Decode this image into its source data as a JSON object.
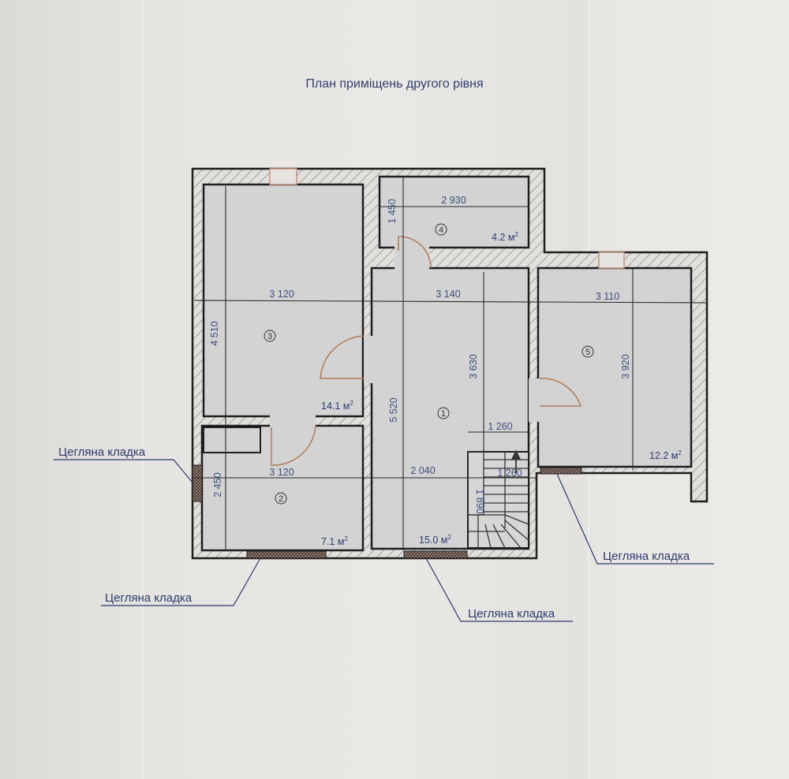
{
  "title": "План приміщень другого рівня",
  "legend_label": "Цегляна кладка",
  "callouts": [
    {
      "label": "Цегляна кладка",
      "position": "left"
    },
    {
      "label": "Цегляна кладка",
      "position": "bottom-left"
    },
    {
      "label": "Цегляна кладка",
      "position": "bottom-center"
    },
    {
      "label": "Цегляна кладка",
      "position": "right"
    }
  ],
  "rooms": [
    {
      "number": "1",
      "area": "15.0 м",
      "area_sup": "2"
    },
    {
      "number": "2",
      "area": "7.1 м",
      "area_sup": "2"
    },
    {
      "number": "3",
      "area": "14.1 м",
      "area_sup": "2"
    },
    {
      "number": "4",
      "area": "4.2 м",
      "area_sup": "2"
    },
    {
      "number": "5",
      "area": "12.2 м",
      "area_sup": "2"
    }
  ],
  "dimensions": {
    "room3_width": "3 120",
    "room3_height": "4 510",
    "room4_width": "2 930",
    "room4_height": "1 450",
    "room1_width": "3 140",
    "room1_height_total": "5 520",
    "room1_height_upper": "3 630",
    "room1_lower_width": "2 040",
    "stair_width": "1 260",
    "stair_inner": "1 260",
    "stair_length": "1 890",
    "room5_width": "3 110",
    "room5_height": "3 920",
    "room2_width": "3 120",
    "room2_height": "2 450"
  },
  "colors": {
    "wall_line": "#1e1e1e",
    "hatch": "#8a8a8a",
    "floor": "#d2d2d2",
    "door": "#b07a5a",
    "text": "#2e3d6e",
    "brick": "#6e5a50"
  }
}
